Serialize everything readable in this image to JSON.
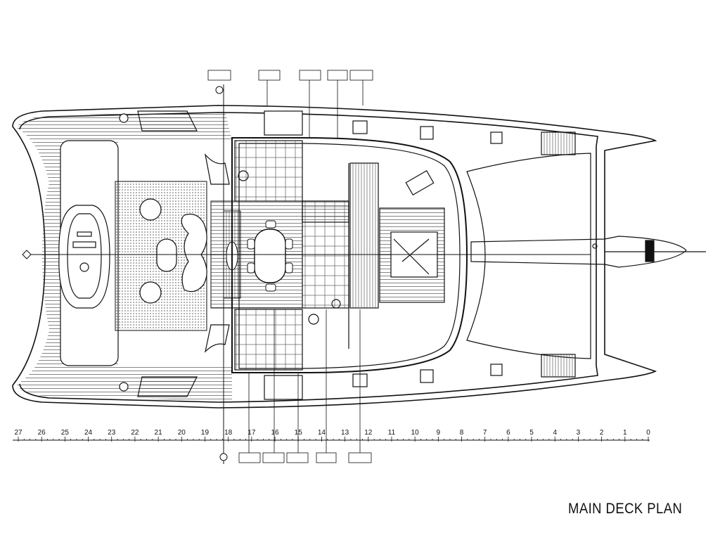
{
  "title": "MAIN DECK PLAN",
  "scale": {
    "labels": [
      "27",
      "26",
      "25",
      "24",
      "23",
      "22",
      "21",
      "20",
      "19",
      "18",
      "17",
      "16",
      "15",
      "14",
      "13",
      "12",
      "11",
      "10",
      "9",
      "8",
      "7",
      "6",
      "5",
      "4",
      "3",
      "2",
      "1",
      "0"
    ]
  },
  "colors": {
    "line": "#111111",
    "background": "#ffffff"
  }
}
